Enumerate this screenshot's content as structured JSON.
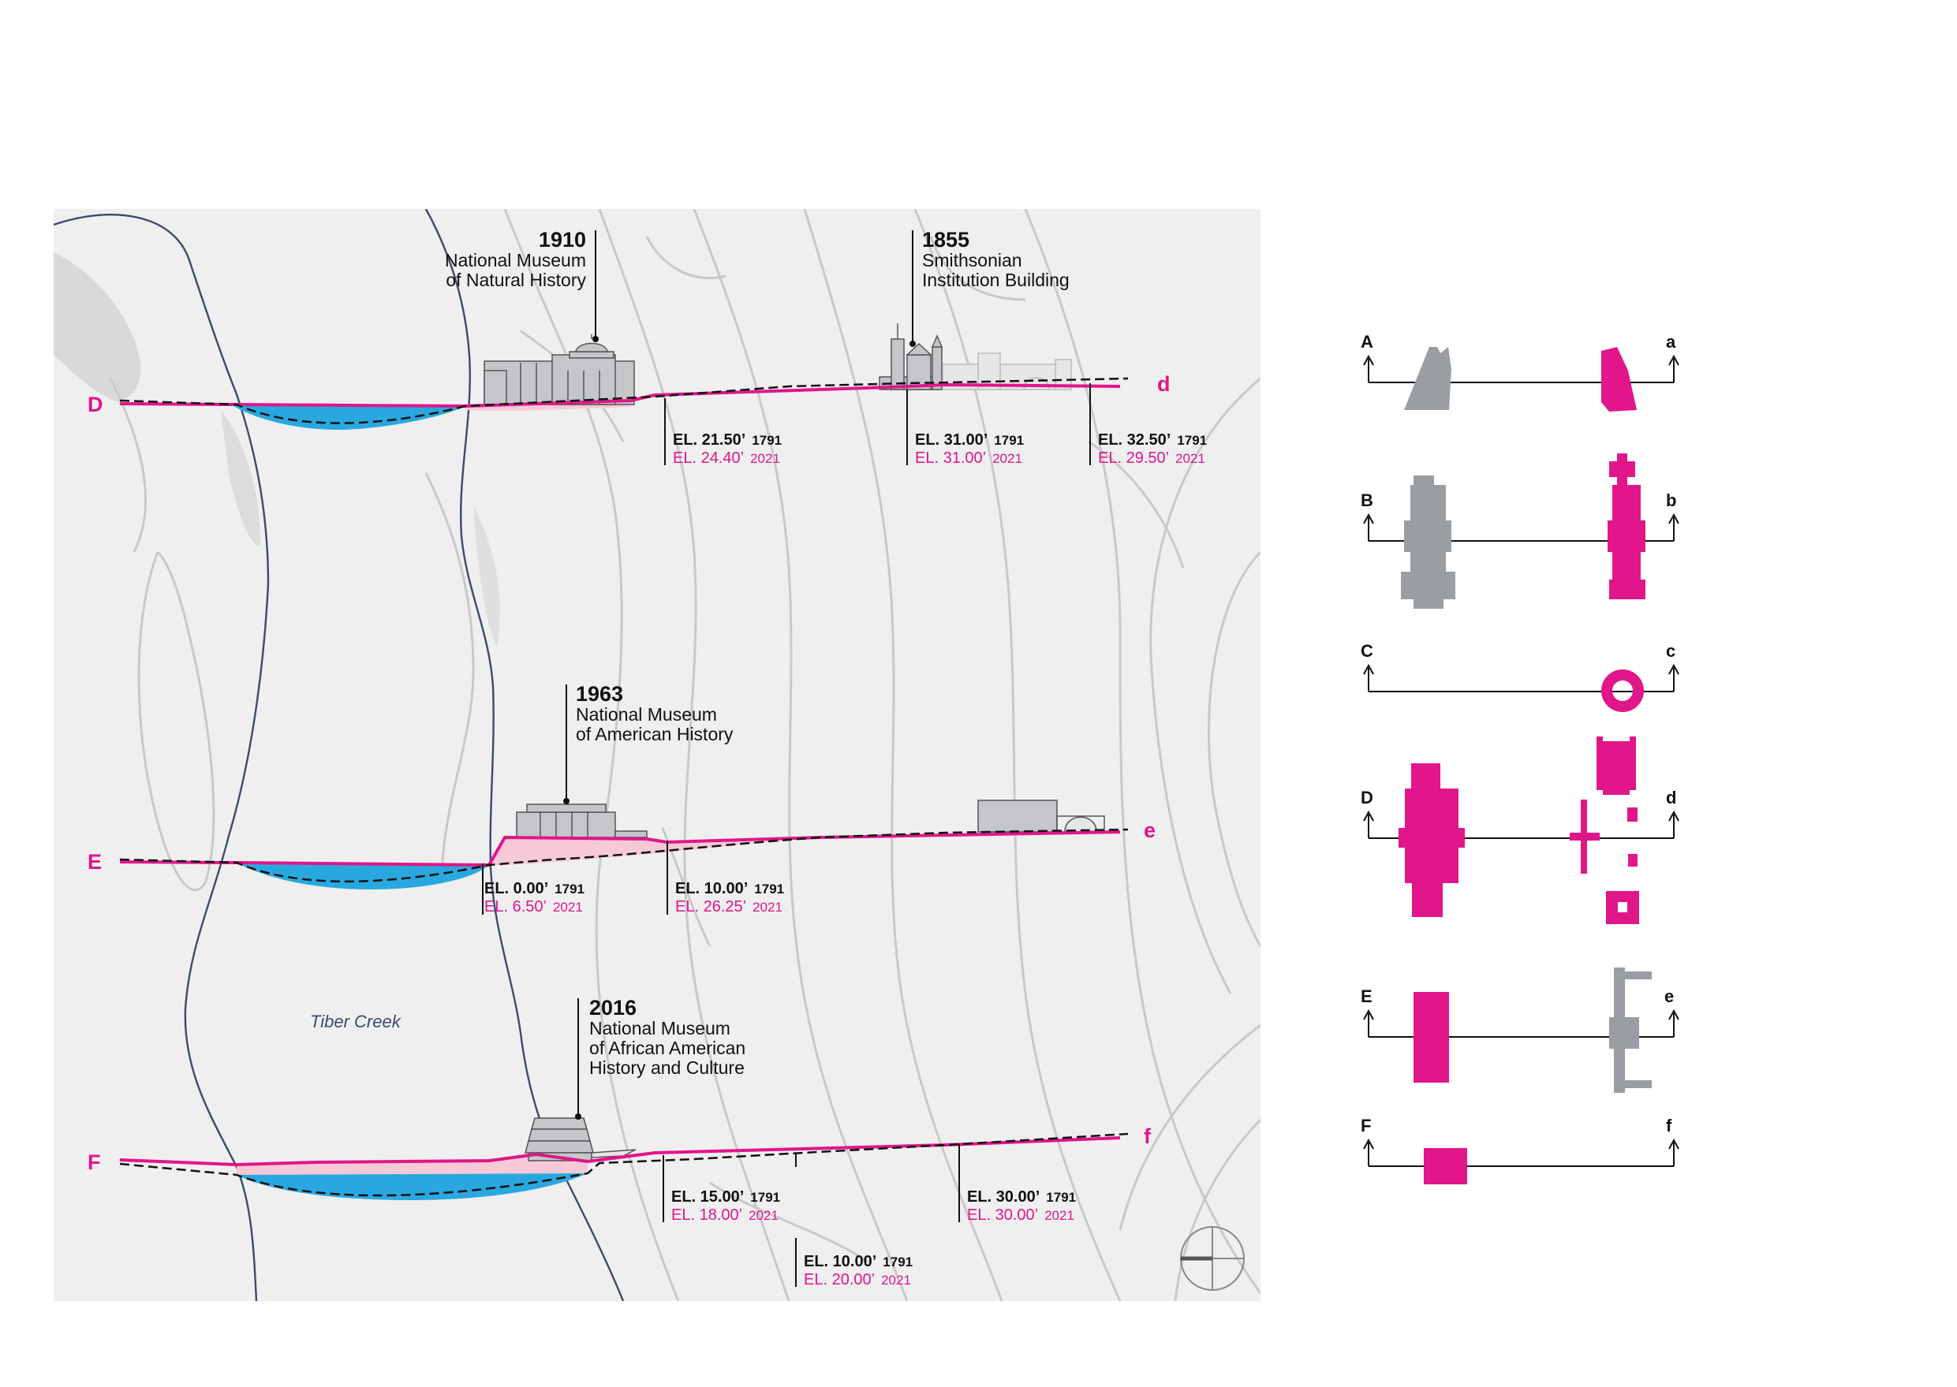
{
  "colors": {
    "magenta": "#e0168a",
    "water": "#29a8e0",
    "pink_fill": "#f7c9d6",
    "gray_building": "#9a9da1",
    "map_bg": "#efefef"
  },
  "map": {
    "creek_label": "Tiber Creek"
  },
  "sections": [
    {
      "start": "D",
      "end": "d"
    },
    {
      "start": "E",
      "end": "e"
    },
    {
      "start": "F",
      "end": "f"
    }
  ],
  "buildings": [
    {
      "year": "1910",
      "line1": "National Museum",
      "line2": "of Natural History",
      "line3": ""
    },
    {
      "year": "1855",
      "line1": "Smithsonian",
      "line2": "Institution Building",
      "line3": ""
    },
    {
      "year": "1963",
      "line1": "National Museum",
      "line2": "of American History",
      "line3": ""
    },
    {
      "year": "2016",
      "line1": "National Museum",
      "line2": "of African American",
      "line3": "History and Culture"
    }
  ],
  "elevations": [
    {
      "old": "EL. 21.50’",
      "old_year": "1791",
      "new": "EL. 24.40’",
      "new_year": "2021"
    },
    {
      "old": "EL. 31.00’",
      "old_year": "1791",
      "new": "EL. 31.00’",
      "new_year": "2021"
    },
    {
      "old": "EL. 32.50’",
      "old_year": "1791",
      "new": "EL. 29.50’",
      "new_year": "2021"
    },
    {
      "old": "EL. 0.00’",
      "old_year": "1791",
      "new": "EL. 6.50’",
      "new_year": "2021"
    },
    {
      "old": "EL. 10.00’",
      "old_year": "1791",
      "new": "EL. 26.25’",
      "new_year": "2021"
    },
    {
      "old": "EL. 15.00’",
      "old_year": "1791",
      "new": "EL. 18.00’",
      "new_year": "2021"
    },
    {
      "old": "EL. 30.00’",
      "old_year": "1791",
      "new": "EL. 30.00’",
      "new_year": "2021"
    },
    {
      "old": "EL. 10.00’",
      "old_year": "1791",
      "new": "EL. 20.00’",
      "new_year": "2021"
    }
  ],
  "key_plans": [
    {
      "start": "A",
      "end": "a"
    },
    {
      "start": "B",
      "end": "b"
    },
    {
      "start": "C",
      "end": "c"
    },
    {
      "start": "D",
      "end": "d"
    },
    {
      "start": "E",
      "end": "e"
    },
    {
      "start": "F",
      "end": "f"
    }
  ]
}
